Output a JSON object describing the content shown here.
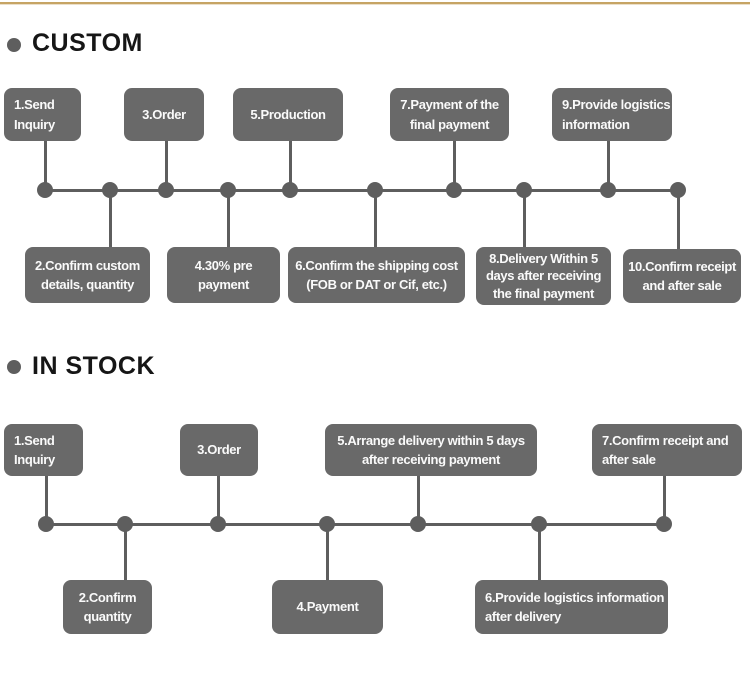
{
  "colors": {
    "accent": "#c6a464",
    "box_bg": "#696969",
    "line": "#5e5e5e",
    "heading": "#161616"
  },
  "sections": [
    {
      "id": "custom",
      "title": "CUSTOM",
      "steps": [
        {
          "label": "1.Send\nInquiry"
        },
        {
          "label": "2.Confirm custom\ndetails, quantity"
        },
        {
          "label": "3.Order"
        },
        {
          "label": "4.30% pre\npayment"
        },
        {
          "label": "5.Production"
        },
        {
          "label": "6.Confirm the shipping cost\n(FOB or DAT or Cif, etc.)"
        },
        {
          "label": "7.Payment of the\nfinal payment"
        },
        {
          "label": "8.Delivery Within 5\ndays after receiving\nthe final payment"
        },
        {
          "label": "9.Provide logistics\ninformation"
        },
        {
          "label": "10.Confirm receipt\nand after sale"
        }
      ]
    },
    {
      "id": "in-stock",
      "title": "IN STOCK",
      "steps": [
        {
          "label": "1.Send\nInquiry"
        },
        {
          "label": "2.Confirm\nquantity"
        },
        {
          "label": "3.Order"
        },
        {
          "label": "4.Payment"
        },
        {
          "label": "5.Arrange delivery within 5 days\nafter receiving payment"
        },
        {
          "label": "6.Provide logistics information\nafter delivery"
        },
        {
          "label": "7.Confirm receipt and\nafter sale"
        }
      ]
    }
  ]
}
